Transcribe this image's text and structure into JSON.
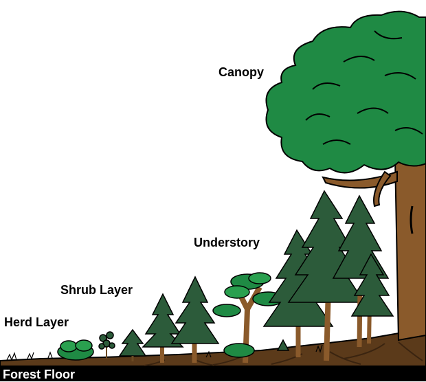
{
  "labels": {
    "canopy": "Canopy",
    "understory": "Understory",
    "shrub_layer": "Shrub Layer",
    "herb_layer": "Herd Layer",
    "forest_floor": "Forest Floor"
  },
  "colors": {
    "canopy_leaves": "#1f8a44",
    "conifer": "#2c5b3a",
    "trunk": "#8a5a2b",
    "ground": "#5b3a1a",
    "floor_band": "#000000",
    "label_text": "#000000",
    "floor_text": "#ffffff"
  }
}
